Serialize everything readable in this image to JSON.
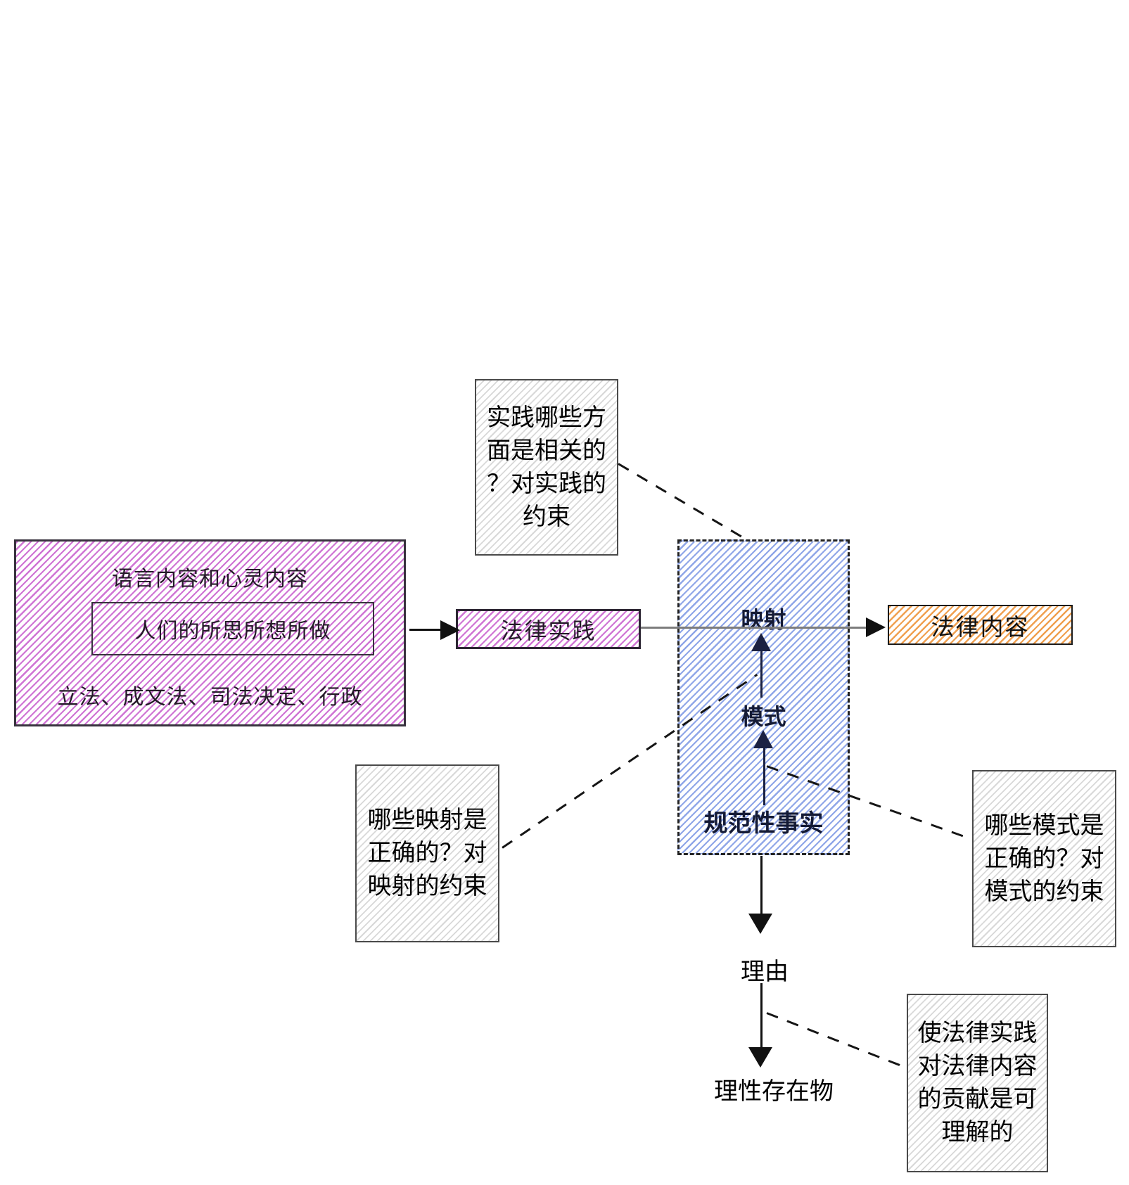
{
  "colors": {
    "pink": "#cf74d4",
    "blue": "#8fa6e8",
    "orange": "#f0a050",
    "gray": "#d8d8d8",
    "navy": "#1b2142",
    "line_gray": "#7d7d7d"
  },
  "nodes": {
    "source_box": {
      "title": "语言内容和心灵内容",
      "inner": "人们的所思所想所做",
      "footer": "立法、成文法、司法决定、行政"
    },
    "legal_practice": {
      "label": "法律实践"
    },
    "legal_content": {
      "label": "法律内容"
    },
    "mapping": {
      "label": "映射"
    },
    "model": {
      "label": "模式"
    },
    "normative_facts": {
      "label": "规范性事实"
    },
    "reasons": {
      "label": "理由"
    },
    "rational_beings": {
      "label": "理性存在物"
    }
  },
  "notes": {
    "practice_constraint": "实践哪些方\n面是相关的\n？对实践的\n约束",
    "mapping_constraint": "哪些映射是\n正确的？对\n映射的约束",
    "model_constraint": "哪些模式是\n正确的？对\n模式的约束",
    "intelligibility": "使法律实践\n对法律内容\n的贡献是可\n理解的"
  }
}
